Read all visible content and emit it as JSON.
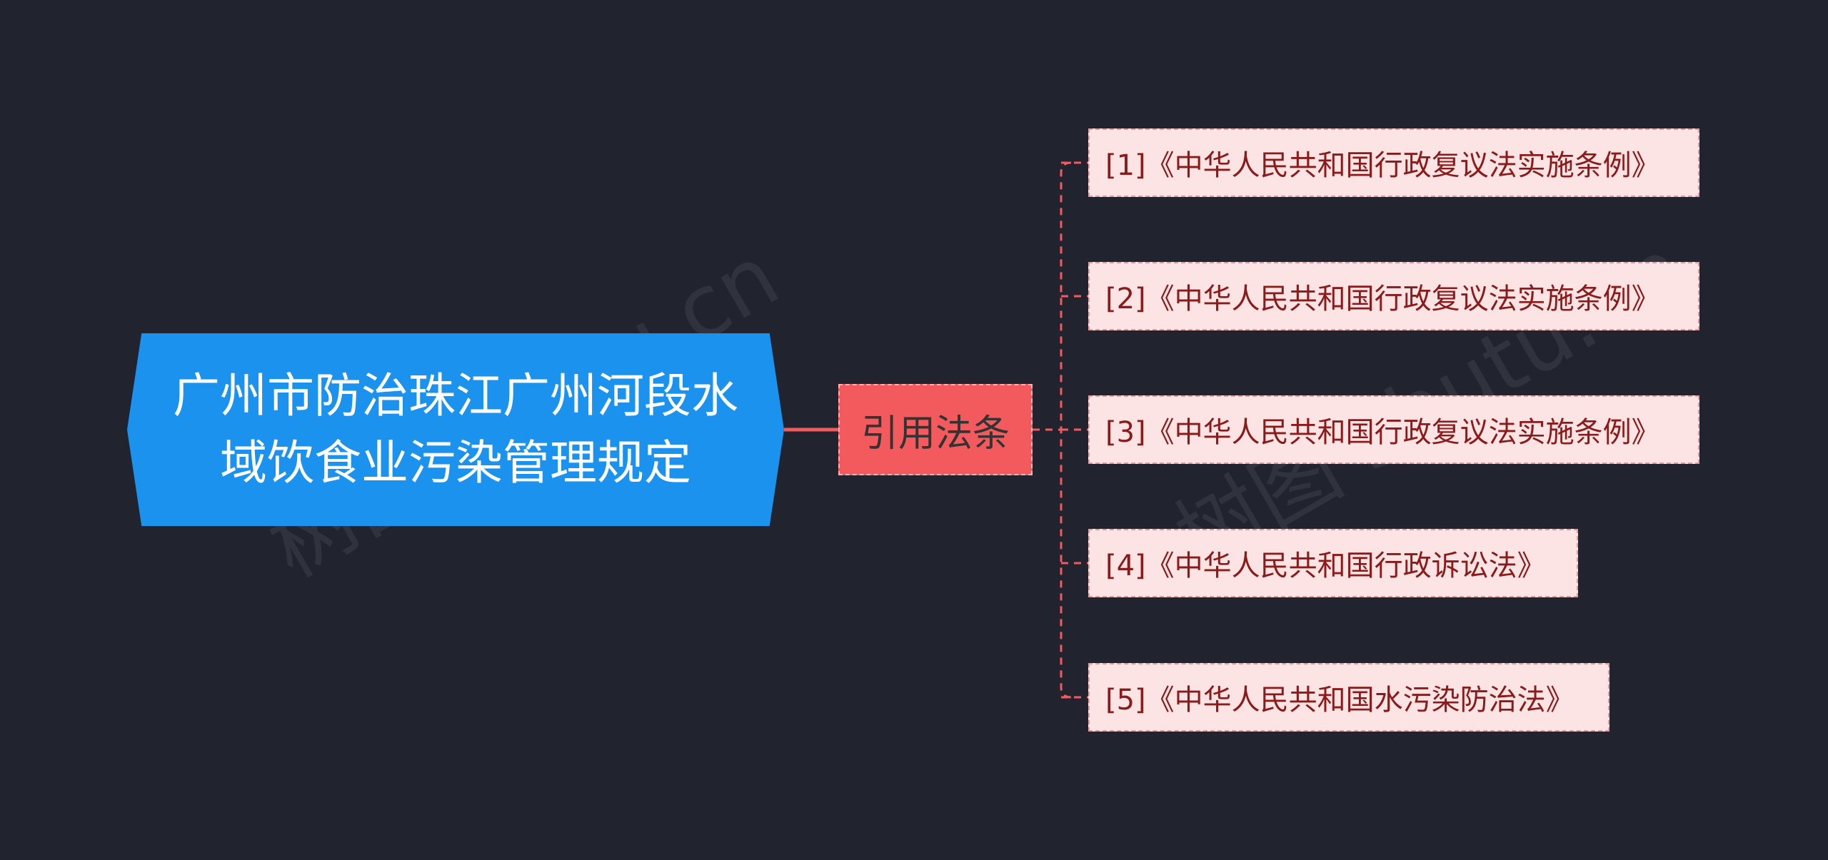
{
  "root": {
    "label": "广州市防治珠江广州河段水域饮食业污染管理规定"
  },
  "branch": {
    "label": "引用法条"
  },
  "leaves": [
    {
      "label": "[1]《中华人民共和国行政复议法实施条例》"
    },
    {
      "label": "[2]《中华人民共和国行政复议法实施条例》"
    },
    {
      "label": "[3]《中华人民共和国行政复议法实施条例》"
    },
    {
      "label": "[4]《中华人民共和国行政诉讼法》"
    },
    {
      "label": "[5]《中华人民共和国水污染防治法》"
    }
  ],
  "watermark": "树图 shutu.cn",
  "colors": {
    "background": "#21232f",
    "root_fill": "#1a92ee",
    "branch_fill": "#f25a5d",
    "leaf_fill": "#fde4e4",
    "leaf_text": "#8b1a1a",
    "connector": "#f25a5d"
  }
}
